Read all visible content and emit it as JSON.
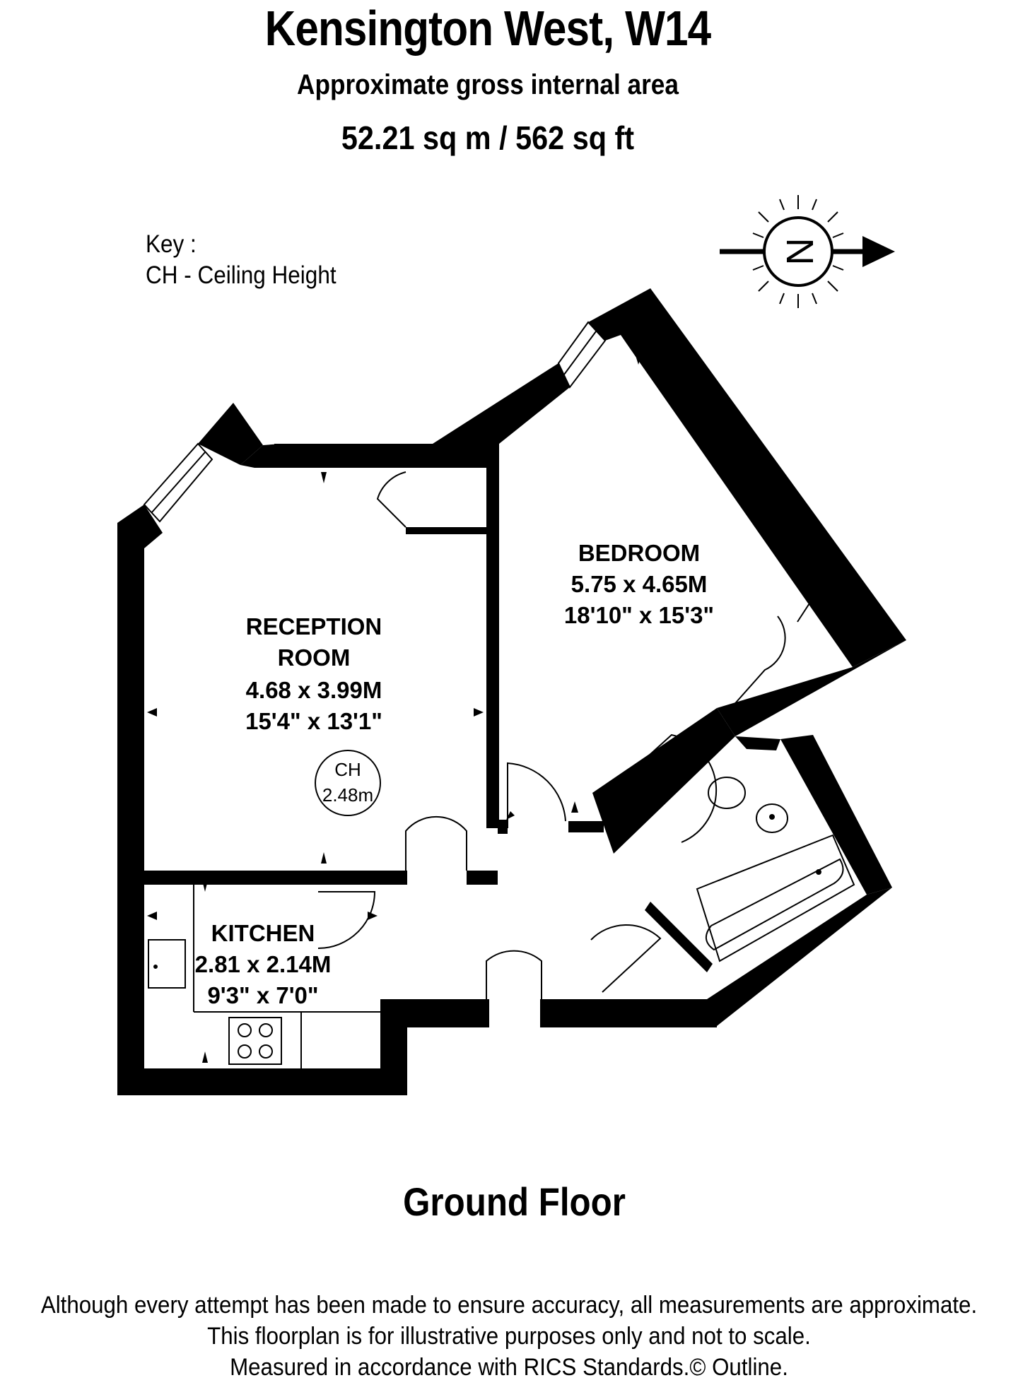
{
  "header": {
    "title": "Kensington West, W14",
    "subtitle": "Approximate gross internal area",
    "area": "52.21 sq m /  562 sq ft"
  },
  "key": {
    "heading": "Key :",
    "entry": "CH - Ceiling Height"
  },
  "compass": {
    "letter": "N",
    "icon": "north-arrow-icon"
  },
  "rooms": {
    "reception": {
      "name_line1": "RECEPTION",
      "name_line2": "ROOM",
      "metric": "4.68 x 3.99M",
      "imperial": "15'4\" x 13'1\""
    },
    "bedroom": {
      "name": "BEDROOM",
      "metric": "5.75 x 4.65M",
      "imperial": "18'10\" x 15'3\""
    },
    "kitchen": {
      "name": "KITCHEN",
      "metric": "2.81 x 2.14M",
      "imperial": "9'3\" x 7'0\""
    }
  },
  "ceiling_height": {
    "label": "CH",
    "value": "2.48m"
  },
  "floor_label": "Ground Floor",
  "disclaimer": {
    "line1": "Although every attempt has been made to ensure accuracy, all measurements are approximate.",
    "line2": "This floorplan is for illustrative purposes only and not to scale.",
    "line3": "Measured in accordance with RICS Standards.© Outline."
  },
  "colors": {
    "wall": "#000000",
    "background": "#ffffff",
    "window": "#ffffff"
  }
}
